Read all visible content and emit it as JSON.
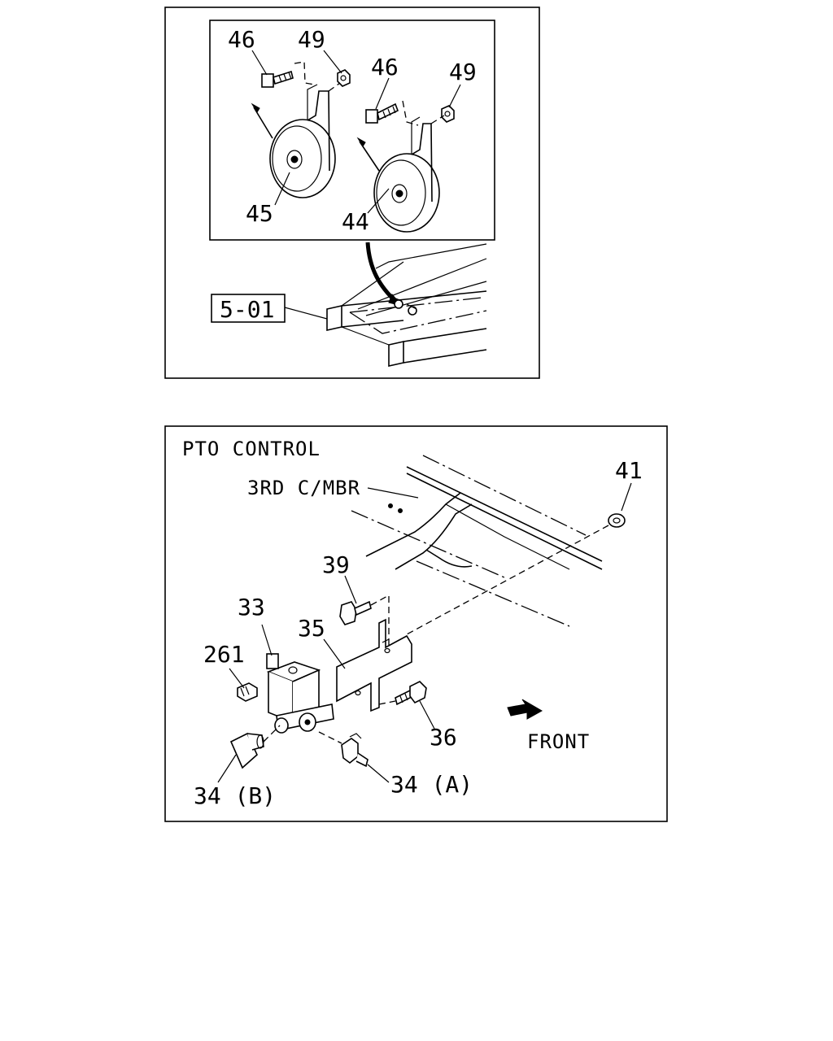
{
  "top_panel": {
    "callouts": {
      "bolt_left": "46",
      "nut_left": "49",
      "bolt_right": "46",
      "nut_right": "49",
      "horn_left": "45",
      "horn_right": "44"
    },
    "reference_box": "5-01"
  },
  "bottom_panel": {
    "title": "PTO CONTROL",
    "crossmember_label": "3RD C/MBR",
    "callouts": {
      "nut": "41",
      "bolt_top": "39",
      "valve": "33",
      "bracket": "35",
      "fitting": "261",
      "bolt_lower": "36",
      "elbow_a": "34 (A)",
      "elbow_b": "34 (B)"
    },
    "direction_label": "FRONT"
  }
}
